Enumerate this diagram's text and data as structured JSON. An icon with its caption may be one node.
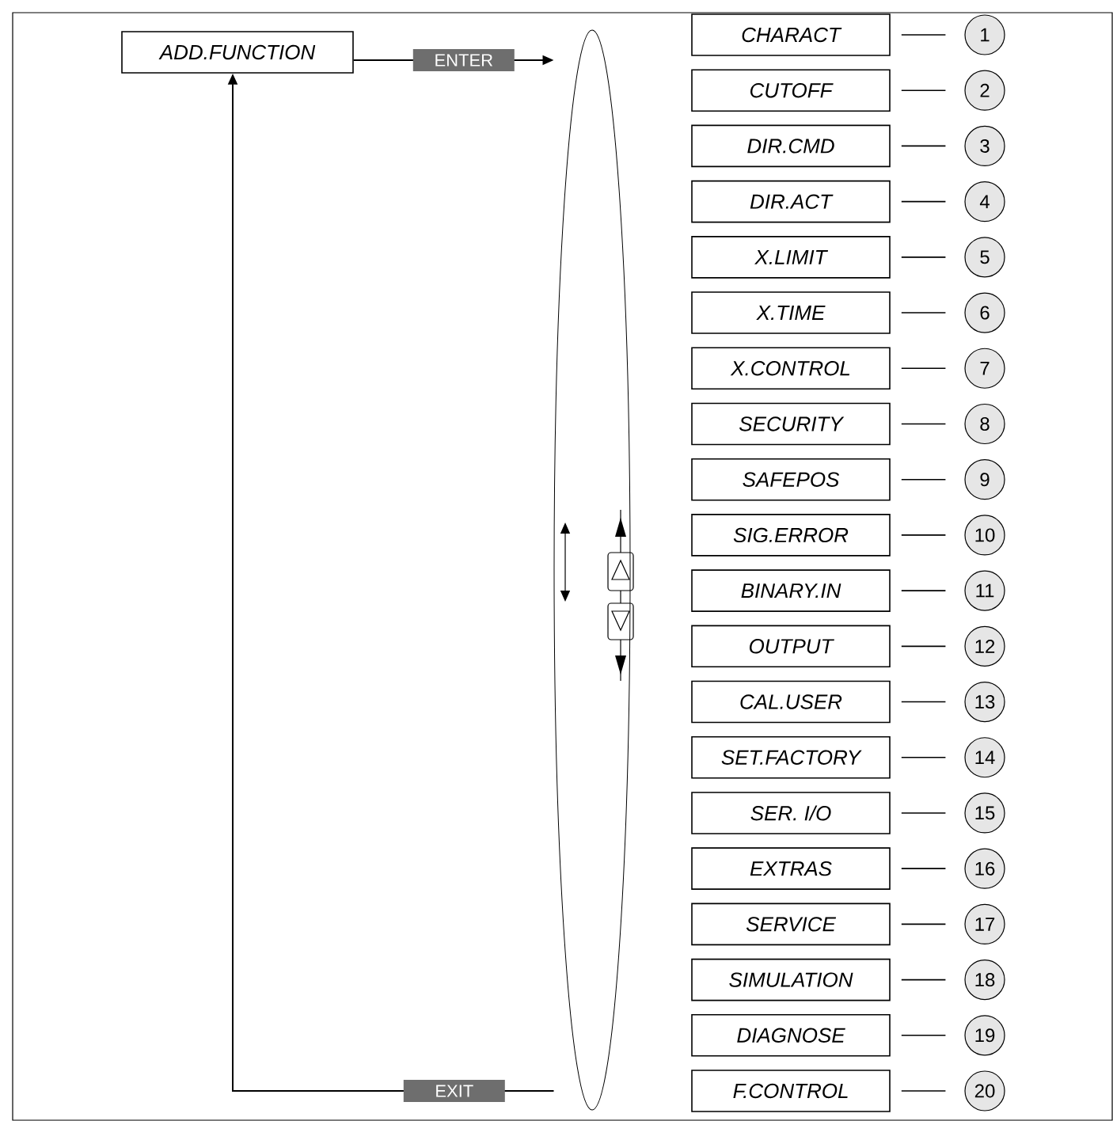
{
  "diagram": {
    "nodes": [
      {
        "text": [
          "ADD.FUNCTION"
        ]
      },
      {
        "text": [],
        "shape": "ellipse"
      },
      {
        "text": [
          "CHARACT"
        ]
      },
      {
        "text": [
          "1"
        ]
      },
      {
        "text": [
          "CUTOFF"
        ]
      },
      {
        "text": [
          "2"
        ]
      },
      {
        "text": [
          "DIR.CMD"
        ]
      },
      {
        "text": [
          "3"
        ]
      },
      {
        "text": [
          "DIR.ACT"
        ]
      },
      {
        "text": [
          "4"
        ]
      },
      {
        "text": [
          "X.LIMIT"
        ]
      },
      {
        "text": [
          "5"
        ]
      },
      {
        "text": [
          "X.TIME"
        ]
      },
      {
        "text": [
          "6"
        ]
      },
      {
        "text": [
          "X.CONTROL"
        ]
      },
      {
        "text": [
          "7"
        ]
      },
      {
        "text": [
          "SECURITY"
        ]
      },
      {
        "text": [
          "8"
        ]
      },
      {
        "text": [
          "SAFEPOS"
        ]
      },
      {
        "text": [
          "9"
        ]
      },
      {
        "text": [
          "SIG.ERROR"
        ]
      },
      {
        "text": [
          "10"
        ]
      },
      {
        "text": [
          "BINARY.IN"
        ]
      },
      {
        "text": [
          "11"
        ]
      },
      {
        "text": [
          "OUTPUT"
        ]
      },
      {
        "text": [
          "12"
        ]
      },
      {
        "text": [
          "CAL.USER"
        ]
      },
      {
        "text": [
          "13"
        ]
      },
      {
        "text": [
          "SET.FACTORY"
        ]
      },
      {
        "text": [
          "14"
        ]
      },
      {
        "text": [
          "SER. I/O"
        ]
      },
      {
        "text": [
          "15"
        ]
      },
      {
        "text": [
          "EXTRAS"
        ]
      },
      {
        "text": [
          "16"
        ]
      },
      {
        "text": [
          "SERVICE"
        ]
      },
      {
        "text": [
          "17"
        ]
      },
      {
        "text": [
          "SIMULATION"
        ]
      },
      {
        "text": [
          "18"
        ]
      },
      {
        "text": [
          "DIAGNOSE"
        ]
      },
      {
        "text": [
          "19"
        ]
      },
      {
        "text": [
          "F.CONTROL"
        ]
      },
      {
        "text": [
          "20"
        ]
      }
    ],
    "edges": [
      {
        "from": 0,
        "to": 1,
        "arrow": "to",
        "label": "ENTER"
      },
      {
        "from": 1,
        "to": 0,
        "arrow": "to",
        "label": "EXIT"
      },
      {
        "from": 2,
        "to": 3,
        "arrow": "none"
      },
      {
        "from": 4,
        "to": 5,
        "arrow": "none"
      },
      {
        "from": 6,
        "to": 7,
        "arrow": "none"
      },
      {
        "from": 8,
        "to": 9,
        "arrow": "none"
      },
      {
        "from": 10,
        "to": 11,
        "arrow": "none"
      },
      {
        "from": 12,
        "to": 13,
        "arrow": "none"
      },
      {
        "from": 14,
        "to": 15,
        "arrow": "none"
      },
      {
        "from": 16,
        "to": 17,
        "arrow": "none"
      },
      {
        "from": 18,
        "to": 19,
        "arrow": "none"
      },
      {
        "from": 20,
        "to": 21,
        "arrow": "none"
      },
      {
        "from": 22,
        "to": 23,
        "arrow": "none"
      },
      {
        "from": 24,
        "to": 25,
        "arrow": "none"
      },
      {
        "from": 26,
        "to": 27,
        "arrow": "none"
      },
      {
        "from": 28,
        "to": 29,
        "arrow": "none"
      },
      {
        "from": 30,
        "to": 31,
        "arrow": "none"
      },
      {
        "from": 32,
        "to": 33,
        "arrow": "none"
      },
      {
        "from": 34,
        "to": 35,
        "arrow": "none"
      },
      {
        "from": 36,
        "to": 37,
        "arrow": "none"
      },
      {
        "from": 38,
        "to": 39,
        "arrow": "none"
      },
      {
        "from": 40,
        "to": 41,
        "arrow": "none"
      }
    ]
  }
}
